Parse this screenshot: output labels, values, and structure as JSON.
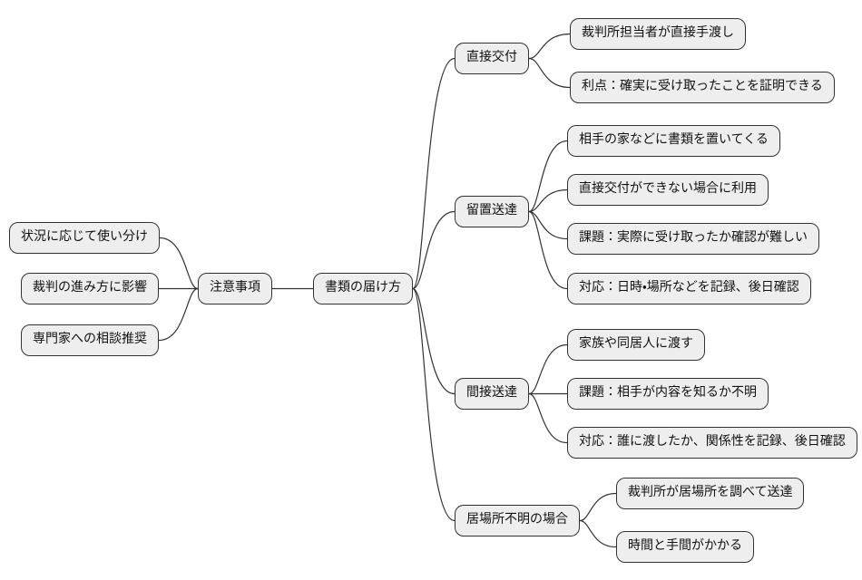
{
  "mindmap": {
    "root": {
      "label": "書類の届け方"
    },
    "notes": {
      "label": "注意事項",
      "children": [
        "状況に応じて使い分け",
        "裁判の進み方に影響",
        "専門家への相談推奨"
      ]
    },
    "branches": [
      {
        "label": "直接交付",
        "children": [
          "裁判所担当者が直接手渡し",
          "利点：確実に受け取ったことを証明できる"
        ]
      },
      {
        "label": "留置送達",
        "children": [
          "相手の家などに書類を置いてくる",
          "直接交付ができない場合に利用",
          "課題：実際に受け取ったか確認が難しい",
          "対応：日時・場所などを記録、後日確認"
        ]
      },
      {
        "label": "間接送達",
        "children": [
          "家族や同居人に渡す",
          "課題：相手が内容を知るか不明",
          "対応：誰に渡したか、関係性を記録、後日確認"
        ]
      },
      {
        "label": "居場所不明の場合",
        "children": [
          "裁判所が居場所を調べて送達",
          "時間と手間がかかる"
        ]
      }
    ],
    "colors": {
      "node_fill": "#eeeeee",
      "node_border": "#333333",
      "edge_stroke": "#333333",
      "text": "#111111",
      "background": "#ffffff"
    }
  }
}
